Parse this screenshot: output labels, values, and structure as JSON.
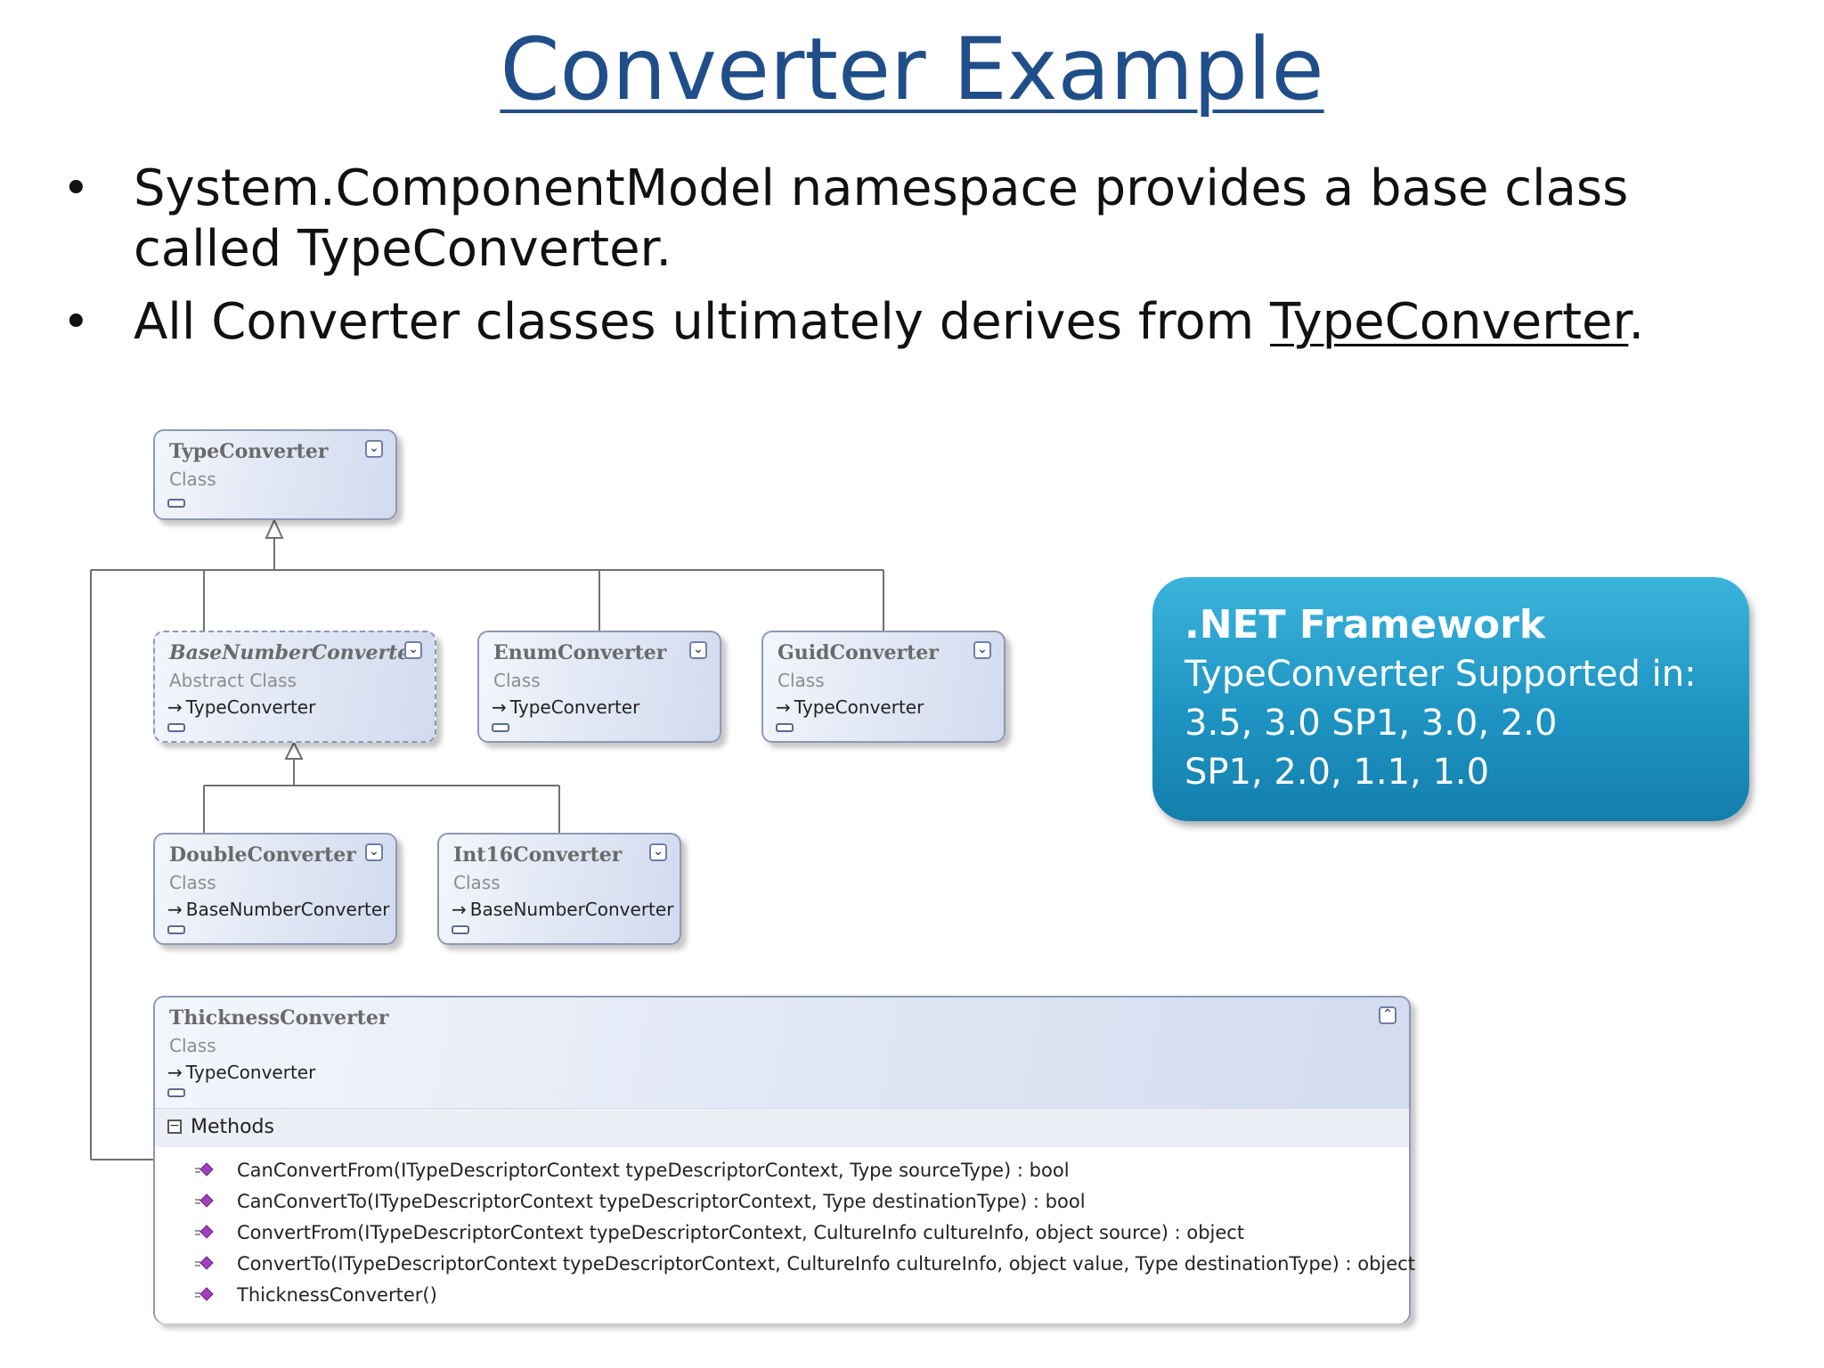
{
  "title": "Converter Example",
  "bullets": [
    {
      "text": "System.ComponentModel namespace provides a base class called TypeConverter."
    },
    {
      "prefix": "All Converter classes ultimately derives from ",
      "link": "TypeConverter",
      "suffix": "."
    }
  ],
  "diagram": {
    "classes": {
      "type_converter": {
        "name": "TypeConverter",
        "kind": "Class"
      },
      "base_number_converter": {
        "name": "BaseNumberConverter",
        "kind": "Abstract Class",
        "base": "TypeConverter"
      },
      "enum_converter": {
        "name": "EnumConverter",
        "kind": "Class",
        "base": "TypeConverter"
      },
      "guid_converter": {
        "name": "GuidConverter",
        "kind": "Class",
        "base": "TypeConverter"
      },
      "double_converter": {
        "name": "DoubleConverter",
        "kind": "Class",
        "base": "BaseNumberConverter"
      },
      "int16_converter": {
        "name": "Int16Converter",
        "kind": "Class",
        "base": "BaseNumberConverter"
      },
      "thickness_converter": {
        "name": "ThicknessConverter",
        "kind": "Class",
        "base": "TypeConverter",
        "section_label": "Methods",
        "methods": [
          "CanConvertFrom(ITypeDescriptorContext typeDescriptorContext, Type sourceType) : bool",
          "CanConvertTo(ITypeDescriptorContext typeDescriptorContext, Type destinationType) : bool",
          "ConvertFrom(ITypeDescriptorContext typeDescriptorContext, CultureInfo cultureInfo, object source) : object",
          "ConvertTo(ITypeDescriptorContext typeDescriptorContext, CultureInfo cultureInfo, object value, Type destinationType) : object",
          "ThicknessConverter()"
        ]
      }
    },
    "relations": [
      {
        "from": "BaseNumberConverter",
        "to": "TypeConverter",
        "type": "inheritance"
      },
      {
        "from": "EnumConverter",
        "to": "TypeConverter",
        "type": "inheritance"
      },
      {
        "from": "GuidConverter",
        "to": "TypeConverter",
        "type": "inheritance"
      },
      {
        "from": "ThicknessConverter",
        "to": "TypeConverter",
        "type": "inheritance"
      },
      {
        "from": "DoubleConverter",
        "to": "BaseNumberConverter",
        "type": "inheritance"
      },
      {
        "from": "Int16Converter",
        "to": "BaseNumberConverter",
        "type": "inheritance"
      }
    ]
  },
  "callout": {
    "heading": ".NET Framework",
    "lines": [
      "TypeConverter Supported in:",
      "3.5, 3.0 SP1, 3.0, 2.0",
      "SP1, 2.0, 1.1, 1.0"
    ]
  },
  "colors": {
    "title": "#1f4e89",
    "callout": "#1e94c2",
    "method_icon": "#a03fc0"
  }
}
